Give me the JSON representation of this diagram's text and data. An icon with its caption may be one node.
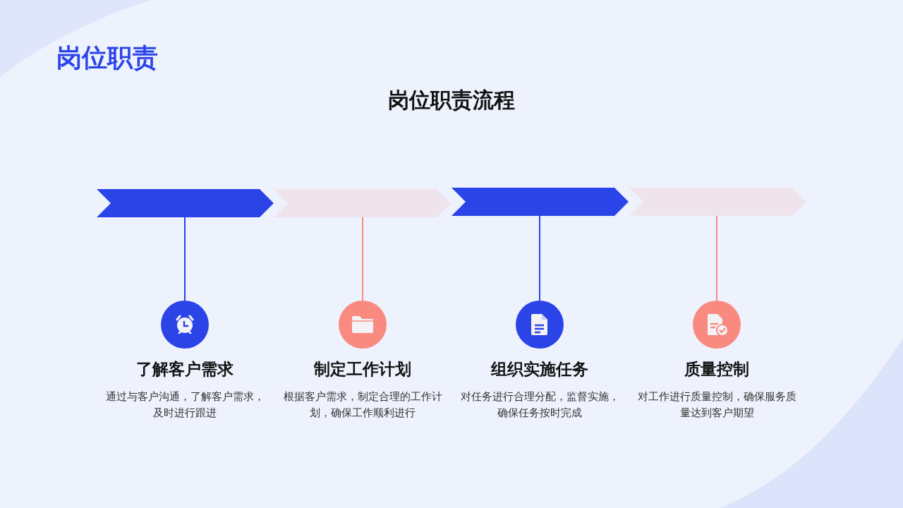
{
  "diagram": {
    "title": "岗位职责",
    "nodes": [
      {
        "text": [],
        "shape": "chevron"
      },
      {
        "text": [],
        "shape": "chevron"
      },
      {
        "text": [],
        "shape": "chevron"
      },
      {
        "text": [],
        "shape": "chevron"
      },
      {
        "text": [],
        "shape": "circle",
        "beside": [
          "了解客户需求",
          "通过与客户沟通，了解客户需求，及时进行跟进"
        ]
      },
      {
        "text": [],
        "shape": "circle",
        "beside": [
          "制定工作计划",
          "根据客户需求，制定合理的工作计划，确保工作顺利进行"
        ]
      },
      {
        "text": [],
        "shape": "circle",
        "beside": [
          "组织实施任务",
          "对任务进行合理分配，监督实施，确保任务按时完成"
        ]
      },
      {
        "text": [],
        "shape": "circle",
        "beside": [
          "质量控制",
          "对工作进行质量控制，确保服务质量达到客户期望"
        ]
      }
    ],
    "edges": [
      {
        "from": 0,
        "to": 4,
        "arrow": "none",
        "color": "#2b44e8"
      },
      {
        "from": 1,
        "to": 5,
        "arrow": "none",
        "color": "#f98a80"
      },
      {
        "from": 2,
        "to": 6,
        "arrow": "none",
        "color": "#2b44e8"
      },
      {
        "from": 3,
        "to": 7,
        "arrow": "none",
        "color": "#f98a80"
      }
    ],
    "labels": [
      "岗位职责流程"
    ]
  }
}
